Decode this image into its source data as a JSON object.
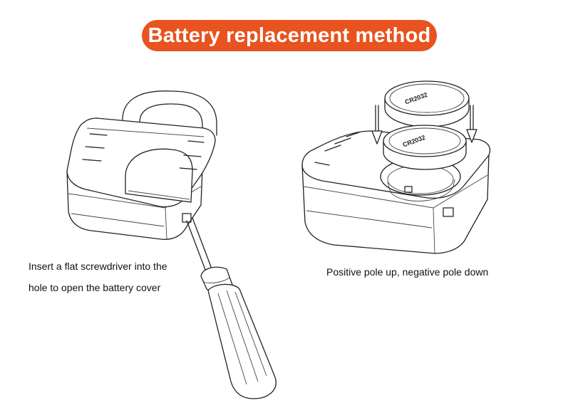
{
  "title": "Battery replacement method",
  "left_panel": {
    "caption_line1": "Insert a flat screwdriver into the",
    "caption_line2": "hole to open the battery cover"
  },
  "right_panel": {
    "caption": "Positive pole up, negative pole down",
    "battery_label": "CR2032"
  },
  "colors": {
    "accent": "#e8531f",
    "line": "#222222",
    "background": "#ffffff"
  }
}
